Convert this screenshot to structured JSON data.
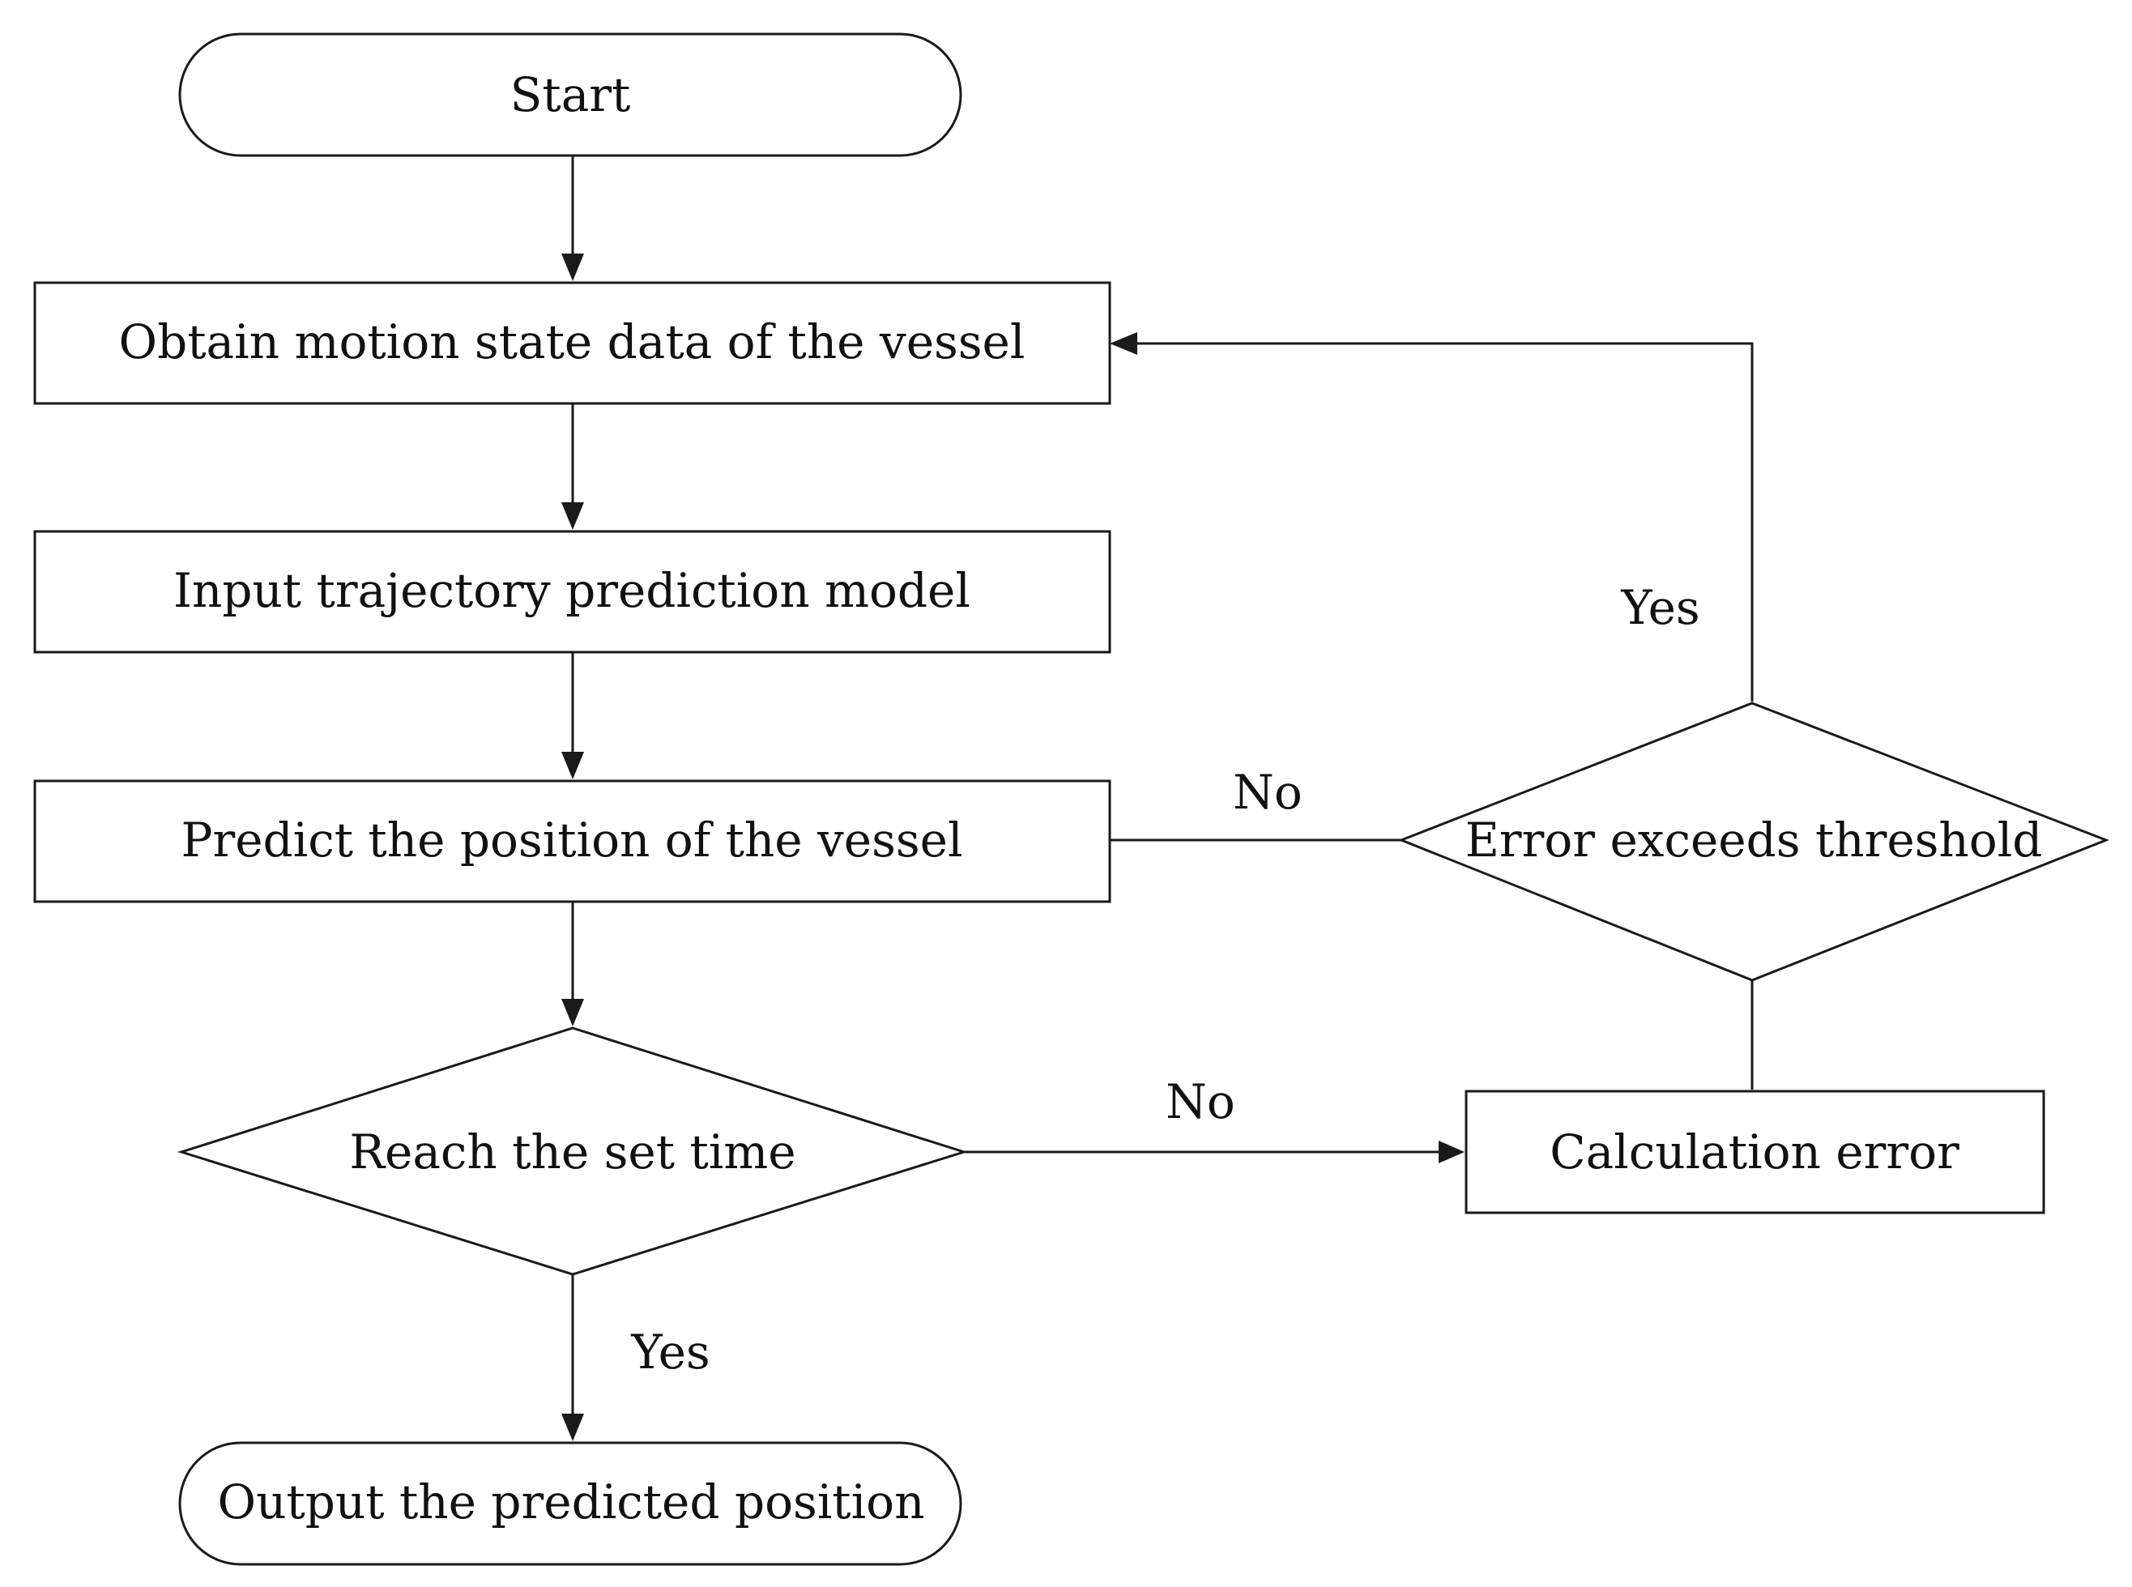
{
  "nodes": {
    "start": "Start",
    "obtain": "Obtain motion state data of the vessel",
    "input": "Input trajectory prediction model",
    "predict": "Predict the position of the vessel",
    "reach": "Reach the set time",
    "error_threshold": "Error exceeds threshold",
    "calculation": "Calculation error",
    "output": "Output the predicted position"
  },
  "edge_labels": {
    "threshold_yes": "Yes",
    "threshold_no": "No",
    "reach_no": "No",
    "reach_yes": "Yes"
  }
}
